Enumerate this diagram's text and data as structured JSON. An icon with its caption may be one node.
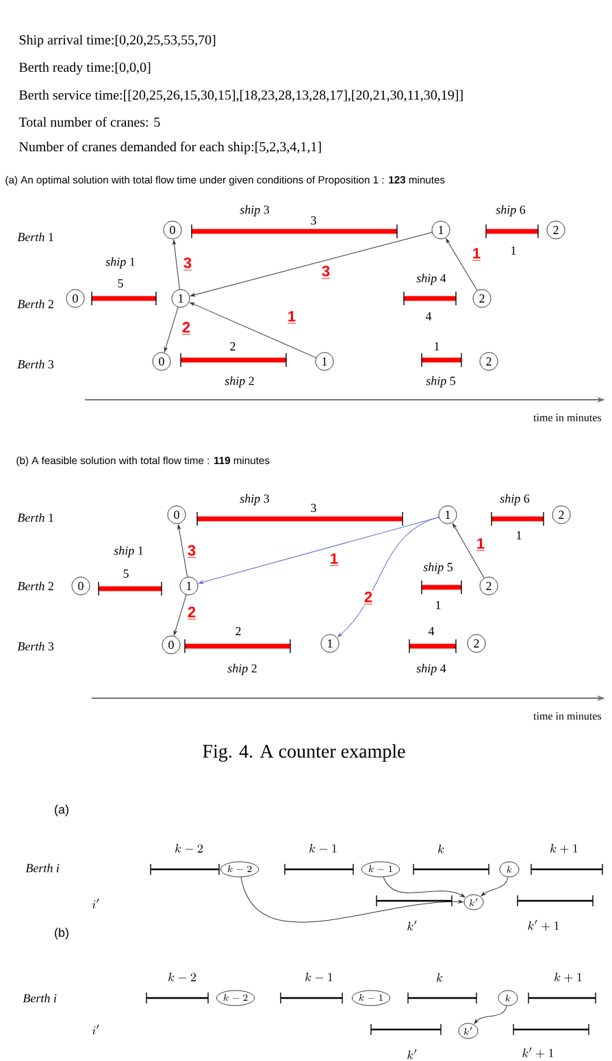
{
  "diagram": {
    "caption": "Fig. 4.  A counter example",
    "nodes": [
      {
        "text": [
          "0"
        ]
      },
      {
        "text": [],
        "shape": "bar",
        "beside": [
          "*ship*  3",
          "3"
        ]
      },
      {
        "text": [
          "1"
        ]
      },
      {
        "text": [],
        "shape": "bar",
        "beside": [
          "*ship*  6",
          "1"
        ]
      },
      {
        "text": [
          "2"
        ]
      },
      {
        "text": [
          "0"
        ]
      },
      {
        "text": [],
        "shape": "bar",
        "beside": [
          "*ship*  1",
          "5"
        ]
      },
      {
        "text": [
          "1"
        ]
      },
      {
        "text": [],
        "shape": "bar",
        "beside": [
          "*ship*  4",
          "4"
        ]
      },
      {
        "text": [
          "2"
        ]
      },
      {
        "text": [
          "0"
        ]
      },
      {
        "text": [],
        "shape": "bar",
        "beside": [
          "2",
          "*ship*  2"
        ]
      },
      {
        "text": [
          "1"
        ]
      },
      {
        "text": [],
        "shape": "bar",
        "beside": [
          "1",
          "*ship*  5"
        ]
      },
      {
        "text": [
          "2"
        ]
      },
      {
        "text": [
          "0"
        ]
      },
      {
        "text": [],
        "shape": "bar",
        "beside": [
          "*ship*  3",
          "3"
        ]
      },
      {
        "text": [
          "1"
        ]
      },
      {
        "text": [],
        "shape": "bar",
        "beside": [
          "*ship*  6",
          "1"
        ]
      },
      {
        "text": [
          "2"
        ]
      },
      {
        "text": [
          "0"
        ]
      },
      {
        "text": [],
        "shape": "bar",
        "beside": [
          "*ship*  1",
          "5"
        ]
      },
      {
        "text": [
          "1"
        ]
      },
      {
        "text": [],
        "shape": "bar",
        "beside": [
          "*ship*  5",
          "1"
        ]
      },
      {
        "text": [
          "2"
        ]
      },
      {
        "text": [
          "0"
        ]
      },
      {
        "text": [],
        "shape": "bar",
        "beside": [
          "2",
          "*ship*  2"
        ]
      },
      {
        "text": [
          "1"
        ]
      },
      {
        "text": [],
        "shape": "bar",
        "beside": [
          "4",
          "*ship*  4"
        ]
      },
      {
        "text": [
          "2"
        ]
      },
      {
        "text": [],
        "shape": "bar",
        "beside": [
          "k-2"
        ]
      },
      {
        "text": [
          "k-2"
        ]
      },
      {
        "text": [],
        "shape": "bar",
        "beside": [
          "k-1"
        ]
      },
      {
        "text": [
          "k-1"
        ]
      },
      {
        "text": [],
        "shape": "bar",
        "beside": [
          "k"
        ]
      },
      {
        "text": [
          "k"
        ]
      },
      {
        "text": [],
        "shape": "bar",
        "beside": [
          "k+1"
        ]
      },
      {
        "text": [],
        "shape": "bar",
        "beside": [
          "k'"
        ]
      },
      {
        "text": [
          "k'"
        ]
      },
      {
        "text": [],
        "shape": "bar",
        "beside": [
          "k'+1"
        ]
      },
      {
        "text": [],
        "shape": "bar",
        "beside": [
          "k-2"
        ]
      },
      {
        "text": [
          "k-2"
        ]
      },
      {
        "text": [],
        "shape": "bar",
        "beside": [
          "k-1"
        ]
      },
      {
        "text": [
          "k-1"
        ]
      },
      {
        "text": [],
        "shape": "bar",
        "beside": [
          "k"
        ]
      },
      {
        "text": [
          "k"
        ]
      },
      {
        "text": [],
        "shape": "bar",
        "beside": [
          "k+1"
        ]
      },
      {
        "text": [],
        "shape": "bar",
        "beside": [
          "k'"
        ]
      },
      {
        "text": [
          "k'"
        ]
      },
      {
        "text": [],
        "shape": "bar",
        "beside": [
          "k'+1"
        ]
      }
    ],
    "edges": [
      {
        "from": 2,
        "to": 7,
        "arrow": "to",
        "label": "3"
      },
      {
        "from": 12,
        "to": 7,
        "arrow": "to",
        "label": "1"
      },
      {
        "from": 7,
        "to": 0,
        "arrow": "to",
        "label": "3"
      },
      {
        "from": 7,
        "to": 10,
        "arrow": "to",
        "label": "2"
      },
      {
        "from": 9,
        "to": 2,
        "arrow": "to",
        "label": "1"
      },
      {
        "from": 17,
        "to": 22,
        "arrow": "to",
        "label": "1",
        "color": "#5b6fd6"
      },
      {
        "from": 17,
        "to": 27,
        "arrow": "to",
        "label": "2",
        "color": "#5b6fd6"
      },
      {
        "from": 22,
        "to": 15,
        "arrow": "to",
        "label": "3"
      },
      {
        "from": 22,
        "to": 25,
        "arrow": "to",
        "label": "2"
      },
      {
        "from": 24,
        "to": 17,
        "arrow": "to",
        "label": "1"
      },
      {
        "from": 31,
        "to": 38,
        "arrow": "to"
      },
      {
        "from": 33,
        "to": 38,
        "arrow": "to"
      },
      {
        "from": 35,
        "to": 38,
        "arrow": "to"
      },
      {
        "from": 45,
        "to": 48,
        "arrow": "to"
      }
    ],
    "labels": [
      "Ship arrival time:[0,20,25,53,55,70]",
      "Berth ready time:[0,0,0]",
      "Berth service time:[[20,25,26,15,30,15],[18,23,28,13,28,17],[20,21,30,11,30,19]]",
      "Total number of cranes: 5",
      "Number of cranes demanded for each ship:[5,2,3,4,1,1]",
      "(a) An optimal solution with total flow time under given conditions of Proposition 1 : **123** minutes",
      "*Berth*  1",
      "*Berth*  2",
      "*Berth*  3",
      "time in minutes",
      "(b) A feasible solution with total flow time : **119** minutes",
      "*Berth*  1",
      "*Berth*  2",
      "*Berth*  3",
      "time in minutes",
      "(a)",
      "Berth  i",
      "i'",
      "(b)",
      "Berth  i",
      "i'"
    ]
  }
}
